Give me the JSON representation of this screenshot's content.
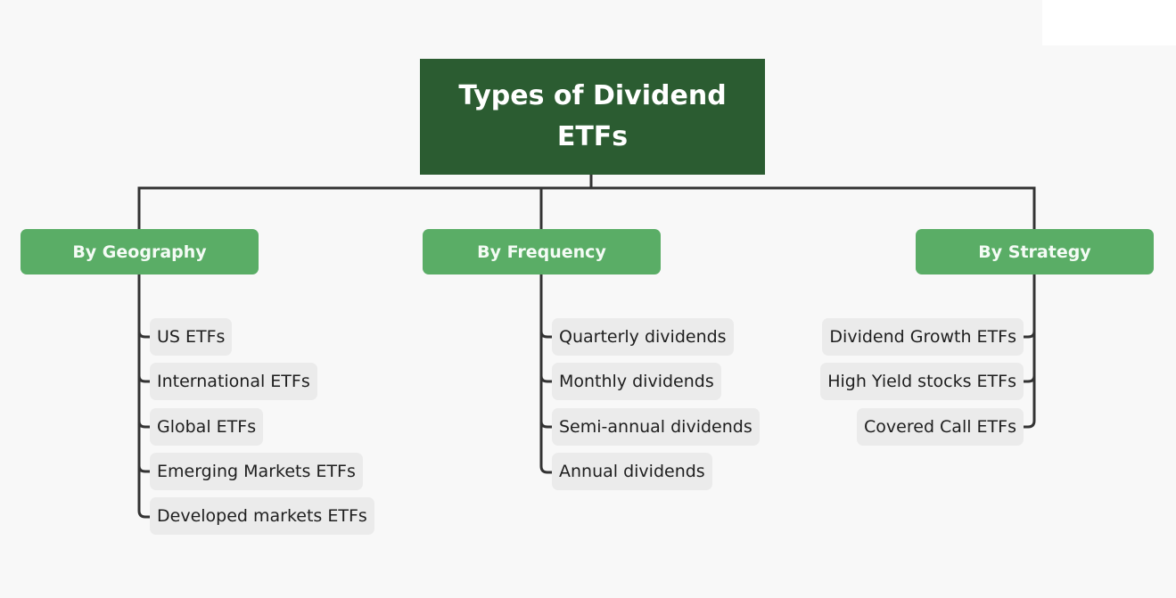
{
  "diagram": {
    "title": "Types of Dividend ETFs",
    "title_lines": [
      "Types of Dividend",
      "ETFs"
    ],
    "colors": {
      "root_fill": "#2b5c31",
      "category_fill": "#5aad66",
      "leaf_fill": "#ebebeb",
      "connector": "#333333",
      "background": "#f8f8f8"
    },
    "categories": [
      {
        "label": "By Geography",
        "items": [
          "US ETFs",
          "International ETFs",
          "Global ETFs",
          "Emerging Markets ETFs",
          "Developed markets ETFs"
        ]
      },
      {
        "label": "By Frequency",
        "items": [
          "Quarterly dividends",
          "Monthly dividends",
          "Semi-annual dividends",
          "Annual dividends"
        ]
      },
      {
        "label": "By Strategy",
        "items": [
          "Dividend Growth ETFs",
          "High Yield stocks ETFs",
          "Covered Call ETFs"
        ]
      }
    ]
  }
}
